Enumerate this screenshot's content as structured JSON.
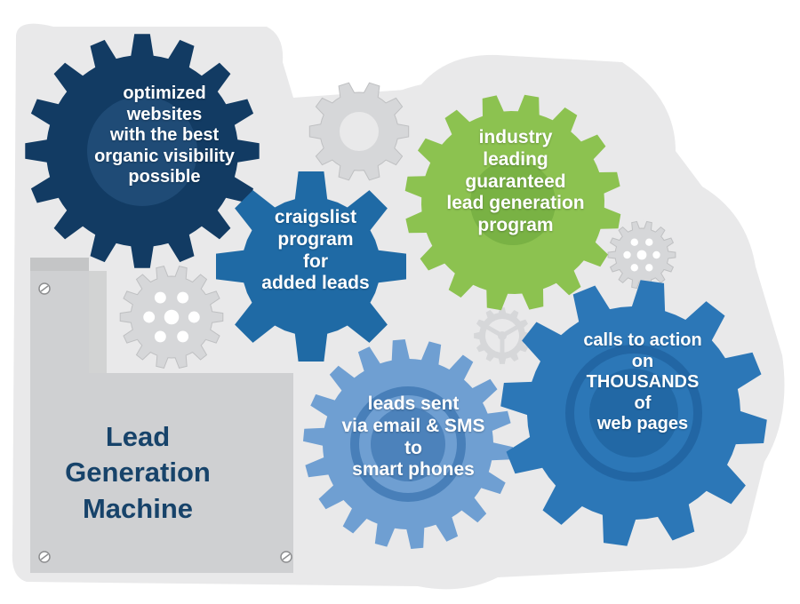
{
  "colors": {
    "background": "#ffffff",
    "panel": "#e9e9ea",
    "plate": "#cfd0d2",
    "plate_dark": "#b6b7b9",
    "gear_grey": "#d6d7d9",
    "gear_navy": "#123b63",
    "gear_blue": "#1f6aa5",
    "gear_green": "#8cc250",
    "gear_light_blue": "#6f9fd2",
    "gear_right_blue": "#2c77b7",
    "title_text": "#17436a"
  },
  "title": {
    "line1": "Lead",
    "line2": "Generation",
    "line3": "Machine"
  },
  "gears": {
    "navy": {
      "lines": [
        "optimized",
        "websites",
        "with the best",
        "organic visibility",
        "possible"
      ]
    },
    "blue": {
      "lines": [
        "craigslist",
        "program",
        "for",
        "added leads"
      ]
    },
    "green": {
      "lines": [
        "industry",
        "leading",
        "guaranteed",
        "lead generation",
        "program"
      ]
    },
    "light_blue": {
      "lines": [
        "leads sent",
        "via email & SMS",
        "to",
        "smart phones"
      ]
    },
    "right_blue": {
      "lines": [
        "calls to action",
        "on",
        "THOUSANDS",
        "of",
        "web pages"
      ]
    }
  },
  "icons": {
    "screws": "screw-icon",
    "decorative_gears": "gear-icon"
  }
}
